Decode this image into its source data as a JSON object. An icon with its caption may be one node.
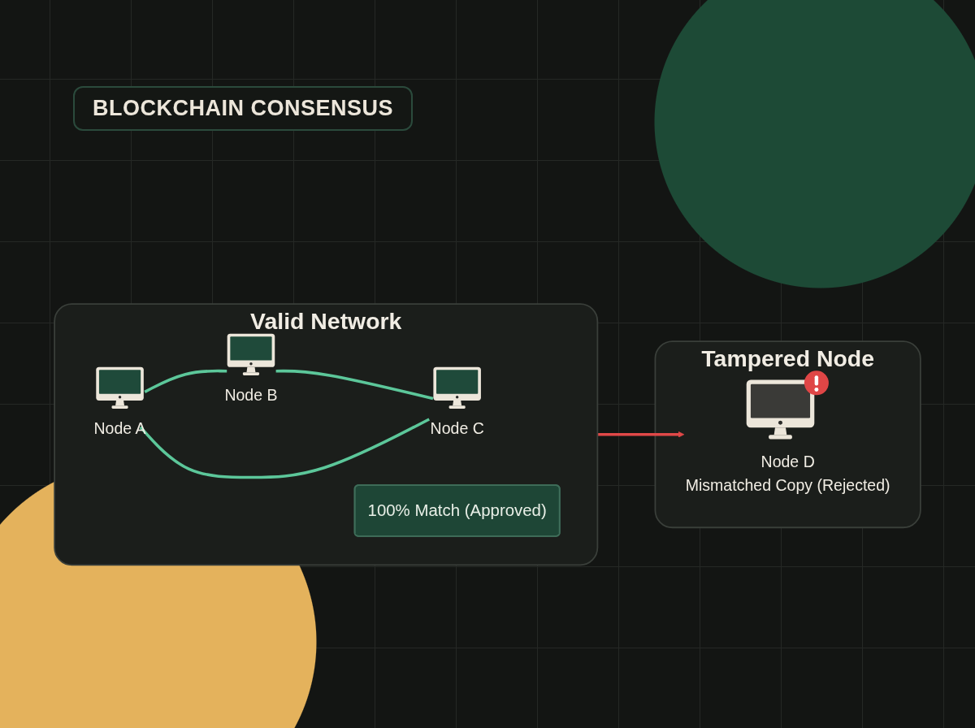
{
  "diagram": {
    "title": "BLOCKCHAIN CONSENSUS",
    "nodes": [
      {
        "text": [
          "Valid Network"
        ]
      },
      {
        "text": [
          "Node B"
        ],
        "in": 0
      },
      {
        "text": [
          "Node A"
        ],
        "in": 0
      },
      {
        "text": [
          "100% Match (Approved)"
        ],
        "in": 0
      },
      {
        "text": [
          "Node C"
        ],
        "in": 0
      },
      {
        "text": [
          "Tampered Node"
        ]
      },
      {
        "text": [
          "Node D",
          "Mismatched Copy (Rejected)"
        ],
        "in": 5
      }
    ],
    "edges": [
      {
        "from": 2,
        "to": 1,
        "arrow": "none"
      },
      {
        "from": 1,
        "to": 4,
        "arrow": "none"
      },
      {
        "from": 2,
        "to": 4,
        "arrow": "none"
      },
      {
        "from": 0,
        "to": 6,
        "arrow": "to",
        "color": "#e04848"
      }
    ]
  }
}
